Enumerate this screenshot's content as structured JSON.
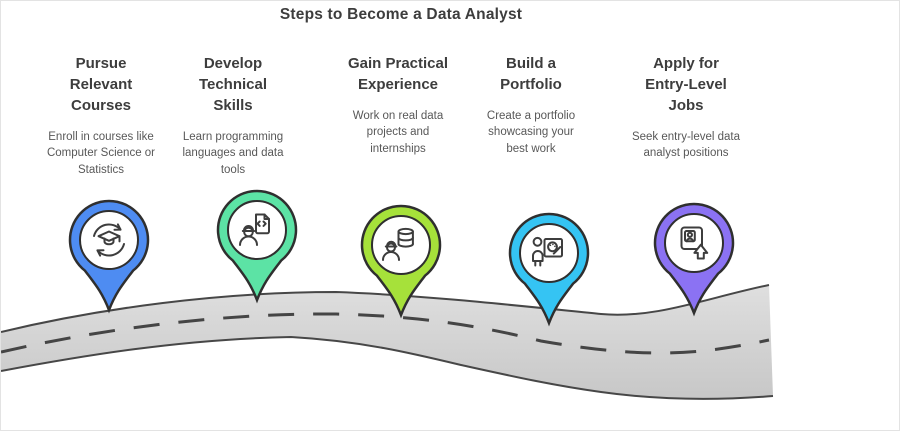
{
  "title": "Steps to Become a Data Analyst",
  "steps": [
    {
      "heading": "Pursue\nRelevant\nCourses",
      "description": "Enroll in courses like\nComputer Science or\nStatistics",
      "icon": "graduation-cap-refresh-icon",
      "pin_color": "#4e8cf2"
    },
    {
      "heading": "Develop\nTechnical\nSkills",
      "description": "Learn programming\nlanguages and data\ntools",
      "icon": "engineer-code-document-icon",
      "pin_color": "#5ce3a5"
    },
    {
      "heading": "Gain Practical\nExperience",
      "description": "Work on real data\nprojects and\ninternships",
      "icon": "engineer-database-icon",
      "pin_color": "#a6e13a"
    },
    {
      "heading": "Build a\nPortfolio",
      "description": "Create a portfolio\nshowcasing your\nbest work",
      "icon": "person-palette-board-icon",
      "pin_color": "#35c4f3"
    },
    {
      "heading": "Apply for\nEntry-Level\nJobs",
      "description": "Seek entry-level data\nanalyst positions",
      "icon": "id-badge-upload-icon",
      "pin_color": "#8b72f3"
    }
  ],
  "colors": {
    "heading_text": "#3d3d3d",
    "description_text": "#585858",
    "road_fill": "#d6d6d6",
    "road_line": "#474747",
    "pin_outline": "#2f2f2f"
  }
}
